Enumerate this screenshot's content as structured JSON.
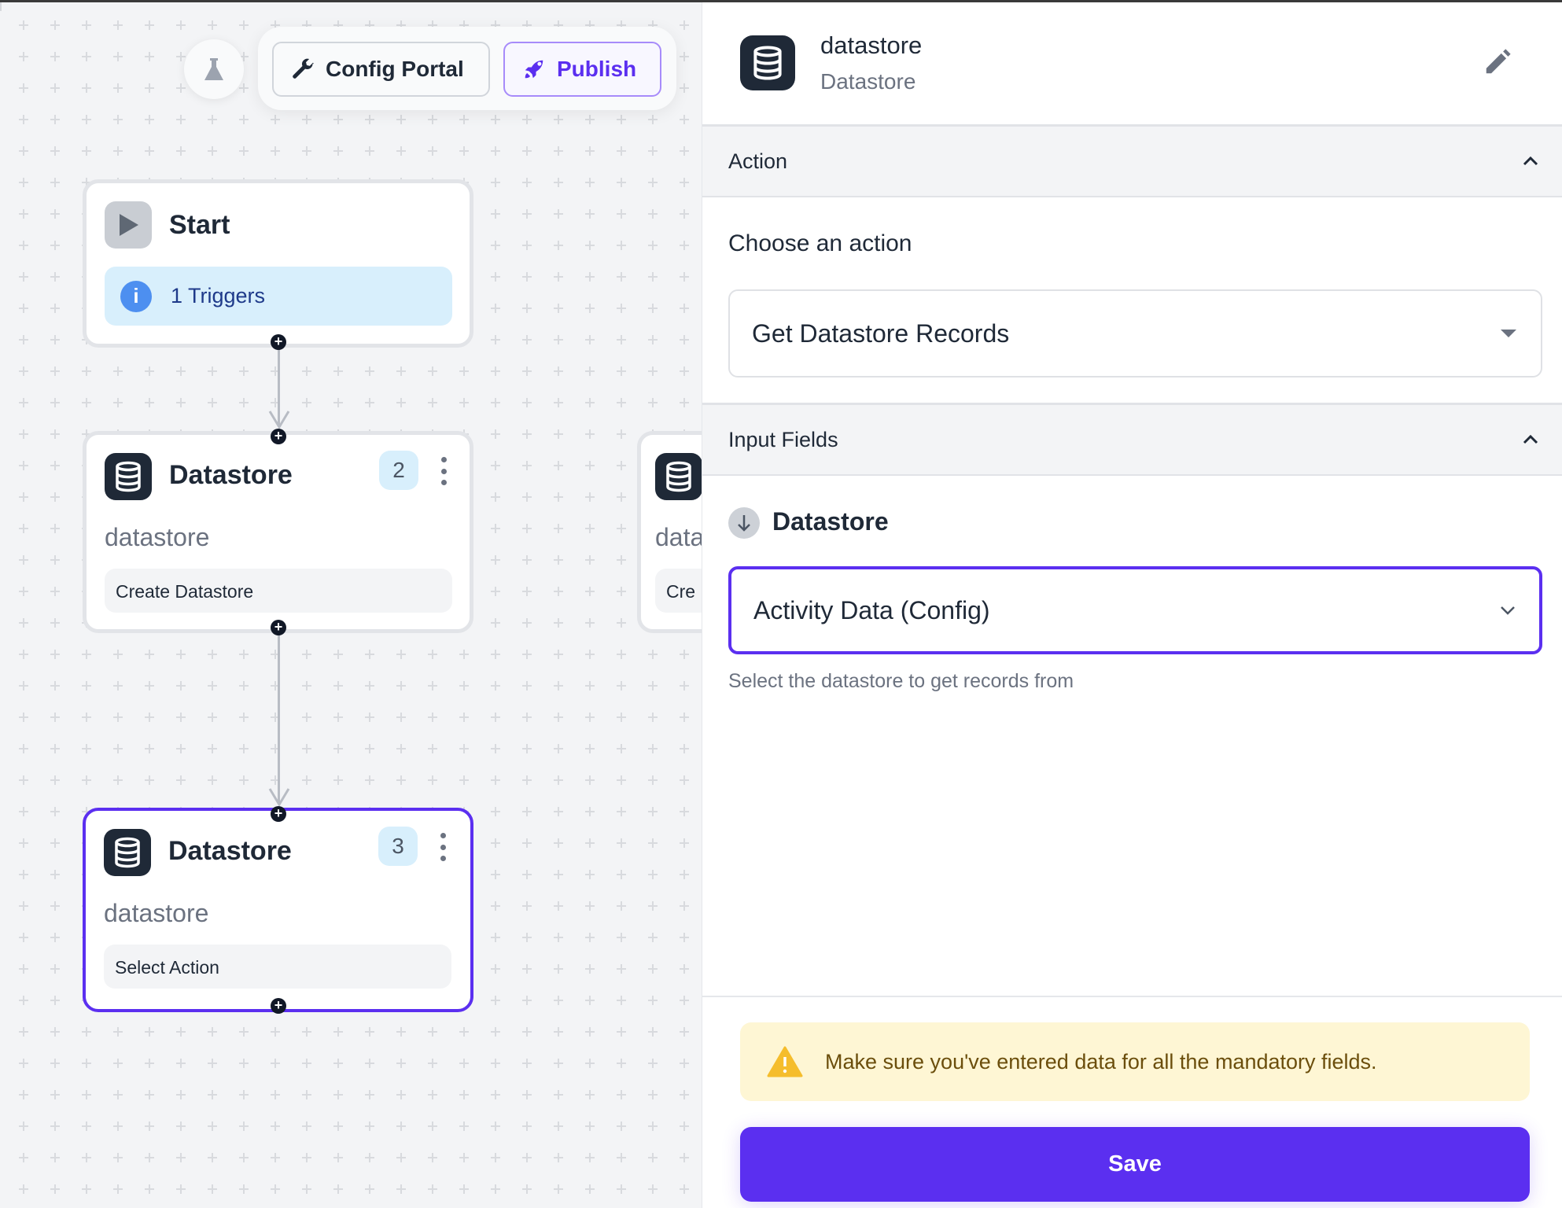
{
  "toolbar": {
    "test_icon": "flask-icon",
    "config_portal_label": "Config Portal",
    "config_icon": "wrench-icon",
    "publish_label": "Publish",
    "publish_icon": "rocket-icon"
  },
  "nodes": [
    {
      "title": "Start",
      "icon": "play-icon",
      "info": "1 Triggers"
    },
    {
      "title": "Datastore",
      "icon": "database-icon",
      "badge": "2",
      "subtitle": "datastore",
      "action": "Create Datastore"
    },
    {
      "title": "Datastore",
      "icon": "database-icon",
      "badge": "3",
      "subtitle": "datastore",
      "action": "Select Action",
      "selected": true
    },
    {
      "subtitle": "data",
      "action": "Cre"
    }
  ],
  "panel": {
    "title": "datastore",
    "subtitle": "Datastore",
    "action_section": {
      "label": "Action",
      "choose_label": "Choose an action",
      "selected": "Get Datastore Records"
    },
    "input_section": {
      "label": "Input Fields",
      "field_label": "Datastore",
      "field_value": "Activity Data (Config)",
      "helper": "Select the datastore to get records from"
    },
    "warning": "Make sure you've entered data for all the mandatory fields.",
    "save_label": "Save"
  },
  "colors": {
    "accent": "#5b2ff0",
    "warning_bg": "#fef6d4",
    "info_bg": "#d8effc"
  }
}
